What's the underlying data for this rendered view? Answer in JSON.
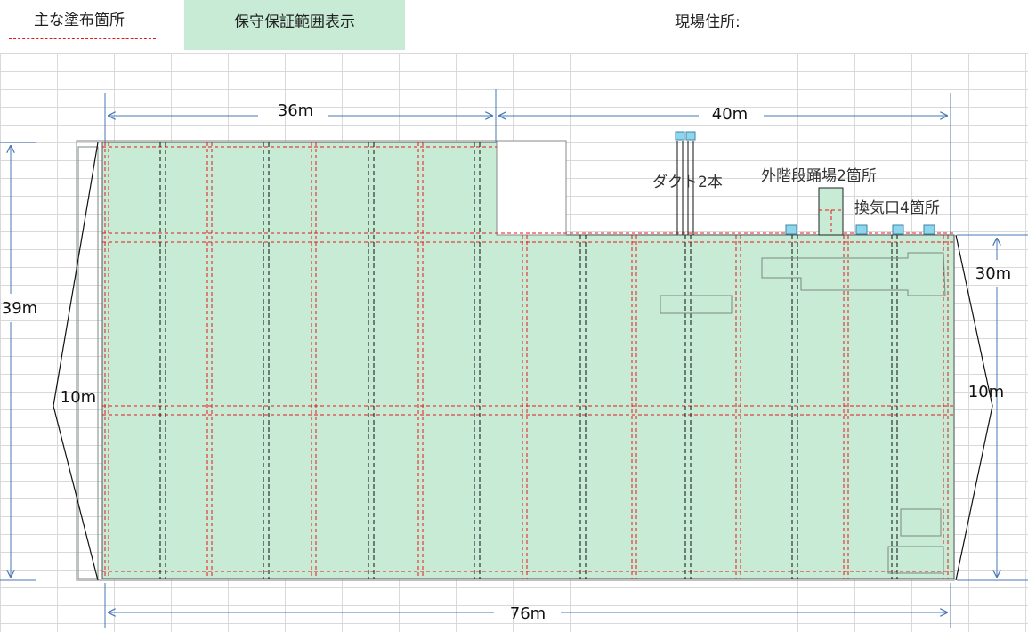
{
  "header": {
    "legend_label": "主な塗布箇所",
    "warranty_label": "保守保証範囲表示",
    "address_label": "現場住所:"
  },
  "dimensions": {
    "top_left": "36m",
    "top_right": "40m",
    "left_total": "39m",
    "left_inner": "10m",
    "right_upper": "30m",
    "right_inner": "10m",
    "bottom": "76m"
  },
  "annotations": {
    "duct": "ダクト2本",
    "stair": "外階段踊場2箇所",
    "vent": "換気口4箇所"
  },
  "colors": {
    "coverage_fill": "#c8ebd5",
    "dashed_red": "#e31a1a",
    "dim_arrow": "#4a78b8",
    "vent_fill": "#8fd6ec"
  }
}
